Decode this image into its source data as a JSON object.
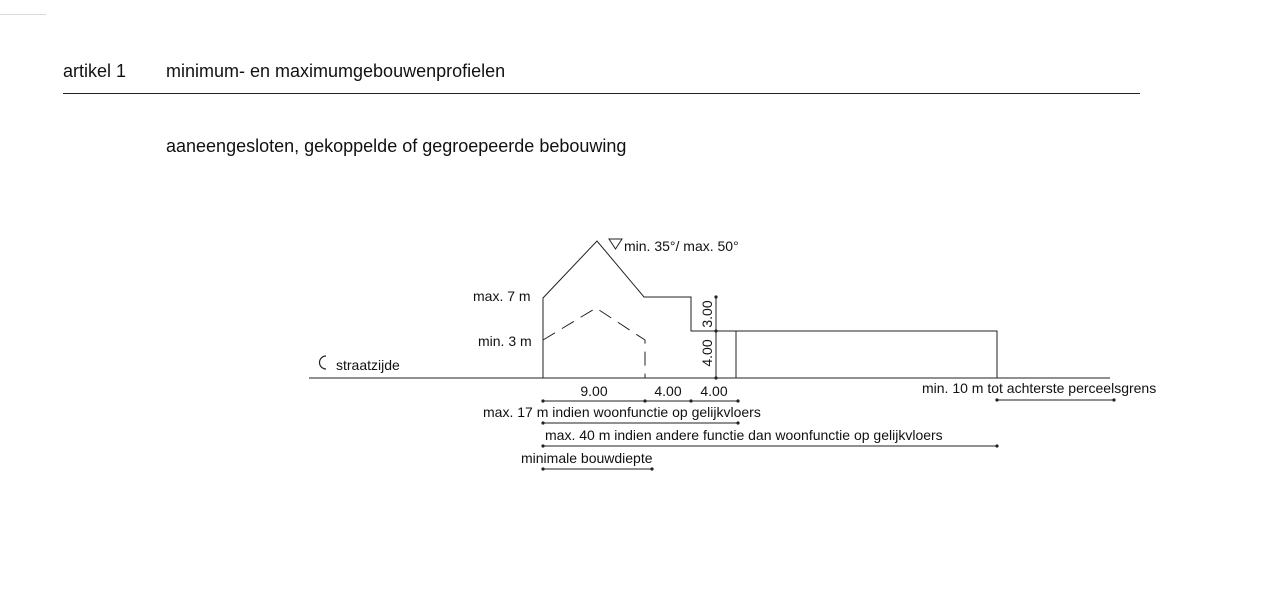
{
  "header": {
    "article_number": "artikel 1",
    "article_title": "minimum- en maximumgebouwenprofielen"
  },
  "subtitle": "aaneengesloten, gekoppelde of gegroepeerde bebouwing",
  "diagram": {
    "roof_pitch_label": "min. 35°/ max. 50°",
    "max_height_label": "max. 7 m",
    "min_height_label": "min. 3 m",
    "street_side_label": "straatzijde",
    "vertical_dims": [
      "3.00",
      "4.00"
    ],
    "horizontal_dims": [
      "9.00",
      "4.00",
      "4.00"
    ],
    "rear_setback_label": "min. 10 m tot achterste perceelsgrens",
    "depth_residential_label": "max. 17 m indien woonfunctie op gelijkvloers",
    "depth_other_label": "max. 40 m indien andere functie dan woonfunctie op gelijkvloers",
    "min_depth_label": "minimale bouwdiepte"
  }
}
